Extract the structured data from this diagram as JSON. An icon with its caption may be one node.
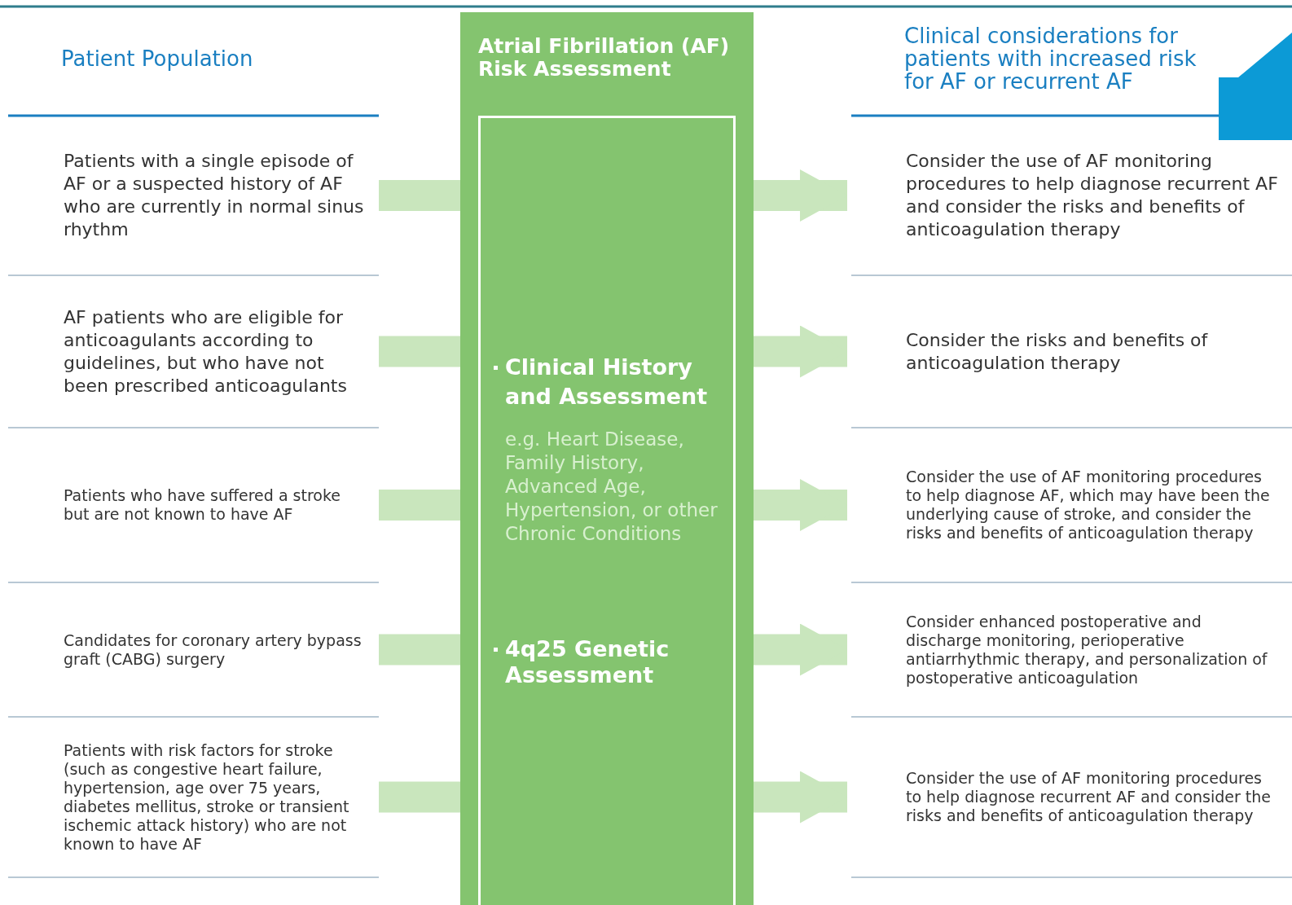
{
  "diagram": {
    "nodes": [
      {
        "text": [
          "Patients with a single episode of AF or a suspected history of AF who are currently  in normal sinus rhythm"
        ]
      },
      {
        "text": [
          "AF patients who are eligible for anticoagulants according to guidelines, but who have not been prescribed anticoagulants"
        ]
      },
      {
        "text": [
          "Patients who have suffered a stroke but are not known to have AF"
        ]
      },
      {
        "text": [
          "Candidates for coronary artery bypass graft (CABG) surgery"
        ]
      },
      {
        "text": [
          "Patients with risk factors for stroke (such as  congestive heart failure, hypertension, age over 75 years, diabetes mellitus, stroke or transient ischemic attack history) who are not known to have AF"
        ]
      },
      {
        "text": [
          "Atrial Fibrillation (AF) Risk Assessment"
        ]
      },
      {
        "text": [
          "Clinical History and Assessment",
          "e.g. Heart Disease, Family History, Advanced Age, Hypertension, or other Chronic Conditions",
          "4q25 Genetic Assessment"
        ],
        "in": 5
      },
      {
        "text": [
          "Consider the use of AF monitoring procedures to help diagnose recurrent AF and consider the risks and benefits of anticoagulation therapy"
        ]
      },
      {
        "text": [
          "Consider the risks and benefits of anticoagulation therapy"
        ]
      },
      {
        "text": [
          "Consider the use of AF monitoring procedures to help diagnose AF, which may have been the underlying cause of stroke, and consider the risks and benefits of anticoagulation therapy"
        ]
      },
      {
        "text": [
          "Consider enhanced postoperative and discharge monitoring, perioperative antiarrhythmic therapy, and personalization of postoperative anticoagulation"
        ]
      },
      {
        "text": [
          "Consider the use of AF monitoring procedures to help diagnose recurrent AF and consider the risks and benefits of anticoagulation therapy"
        ]
      }
    ],
    "edges": [
      {
        "from": 0,
        "to": 5,
        "arrow": "none"
      },
      {
        "from": 1,
        "to": 5,
        "arrow": "none"
      },
      {
        "from": 2,
        "to": 5,
        "arrow": "none"
      },
      {
        "from": 3,
        "to": 5,
        "arrow": "none"
      },
      {
        "from": 4,
        "to": 5,
        "arrow": "none"
      },
      {
        "from": 5,
        "to": 7,
        "arrow": "to"
      },
      {
        "from": 5,
        "to": 8,
        "arrow": "to"
      },
      {
        "from": 5,
        "to": 9,
        "arrow": "to"
      },
      {
        "from": 5,
        "to": 10,
        "arrow": "to"
      },
      {
        "from": 5,
        "to": 11,
        "arrow": "to"
      }
    ],
    "labels": [
      "Patient Population",
      "Clinical considerations for patients with increased risk for AF or recurrent AF"
    ]
  }
}
